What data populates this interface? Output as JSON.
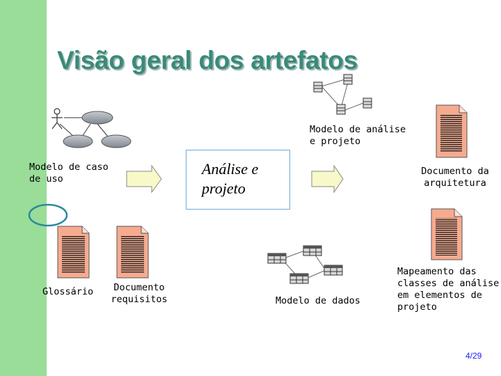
{
  "slide": {
    "title": "Visão geral dos artefatos",
    "page_number": "4/29",
    "colors": {
      "sidebar": "#99dd99",
      "title": "#3a8a7a",
      "document": "#f6ab8f",
      "arrow_fill": "#f7f9c8"
    }
  },
  "labels": {
    "use_case_model": [
      "Modelo de caso",
      "de uso"
    ],
    "analysis_design_model": [
      "Modelo de análise",
      "e projeto"
    ],
    "architecture_doc": [
      "Documento da",
      "arquitetura"
    ],
    "glossary": "Glossário",
    "requirements_doc": [
      "Documento",
      "requisitos"
    ],
    "data_model": "Modelo de dados",
    "mapping": [
      "Mapeamento das",
      "classes de análise",
      "em elementos de",
      "projeto"
    ]
  },
  "process_box": {
    "text": [
      "Análise e",
      "projeto"
    ]
  },
  "icons": [
    "use-case-diagram-icon",
    "class-diagram-icon",
    "document-icon",
    "data-model-icon",
    "arrow-icon",
    "ellipse-icon"
  ]
}
